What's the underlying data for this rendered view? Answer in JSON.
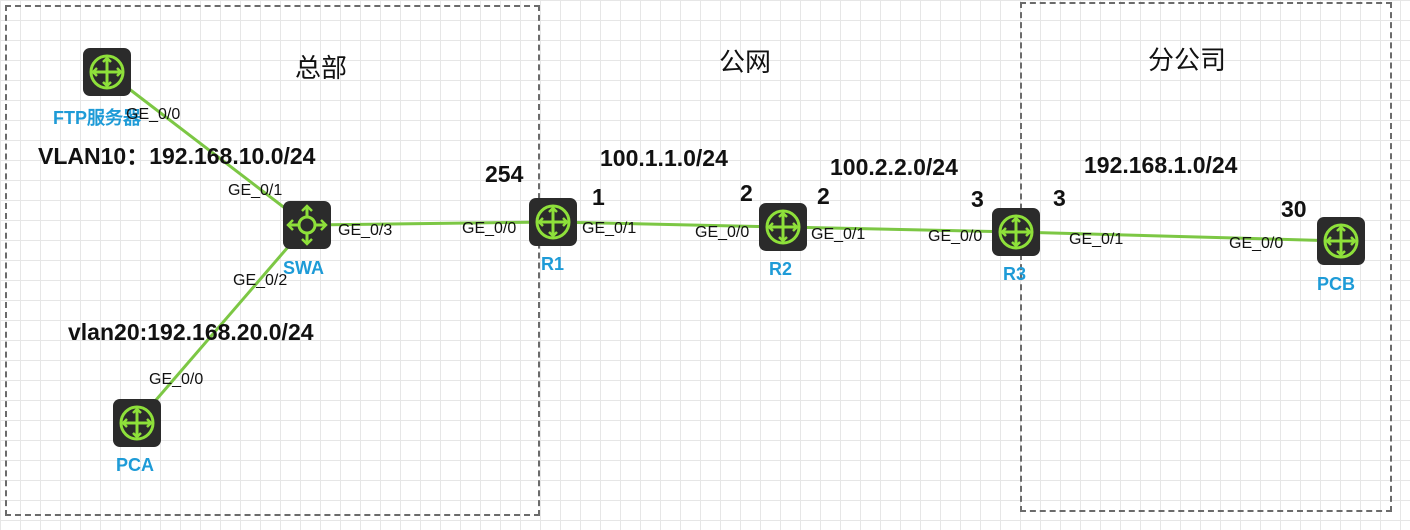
{
  "zones": {
    "hq": "总部",
    "public": "公网",
    "branch": "分公司"
  },
  "devices": {
    "ftp": {
      "label": "FTP服务器",
      "type": "router-icon"
    },
    "swa": {
      "label": "SWA",
      "type": "switch-icon"
    },
    "pca": {
      "label": "PCA",
      "type": "router-icon"
    },
    "r1": {
      "label": "R1",
      "type": "router-icon"
    },
    "r2": {
      "label": "R2",
      "type": "router-icon"
    },
    "r3": {
      "label": "R3",
      "type": "router-icon"
    },
    "pcb": {
      "label": "PCB",
      "type": "router-icon"
    }
  },
  "ports": {
    "ftp_ge00": "GE_0/0",
    "swa_ge01": "GE_0/1",
    "swa_ge02": "GE_0/2",
    "swa_ge03": "GE_0/3",
    "pca_ge00": "GE_0/0",
    "r1_ge00": "GE_0/0",
    "r1_ge01": "GE_0/1",
    "r2_ge00": "GE_0/0",
    "r2_ge01": "GE_0/1",
    "r3_ge00": "GE_0/0",
    "r3_ge01": "GE_0/1",
    "pcb_ge00": "GE_0/0"
  },
  "networks": {
    "vlan10": "VLAN10：192.168.10.0/24",
    "vlan20": "vlan20:192.168.20.0/24",
    "r1_r2": "100.1.1.0/24",
    "r2_r3": "100.2.2.0/24",
    "branch": "192.168.1.0/24"
  },
  "host_ids": {
    "r1_lan": "254",
    "r1_wan": "1",
    "r2_left": "2",
    "r2_right": "2",
    "r3_left": "3",
    "r3_right": "3",
    "pcb": "30"
  },
  "colors": {
    "link": "#7cc744",
    "device_body": "#2b2b2b",
    "device_symbol": "#8ee03a",
    "label": "#1e9bd7"
  }
}
